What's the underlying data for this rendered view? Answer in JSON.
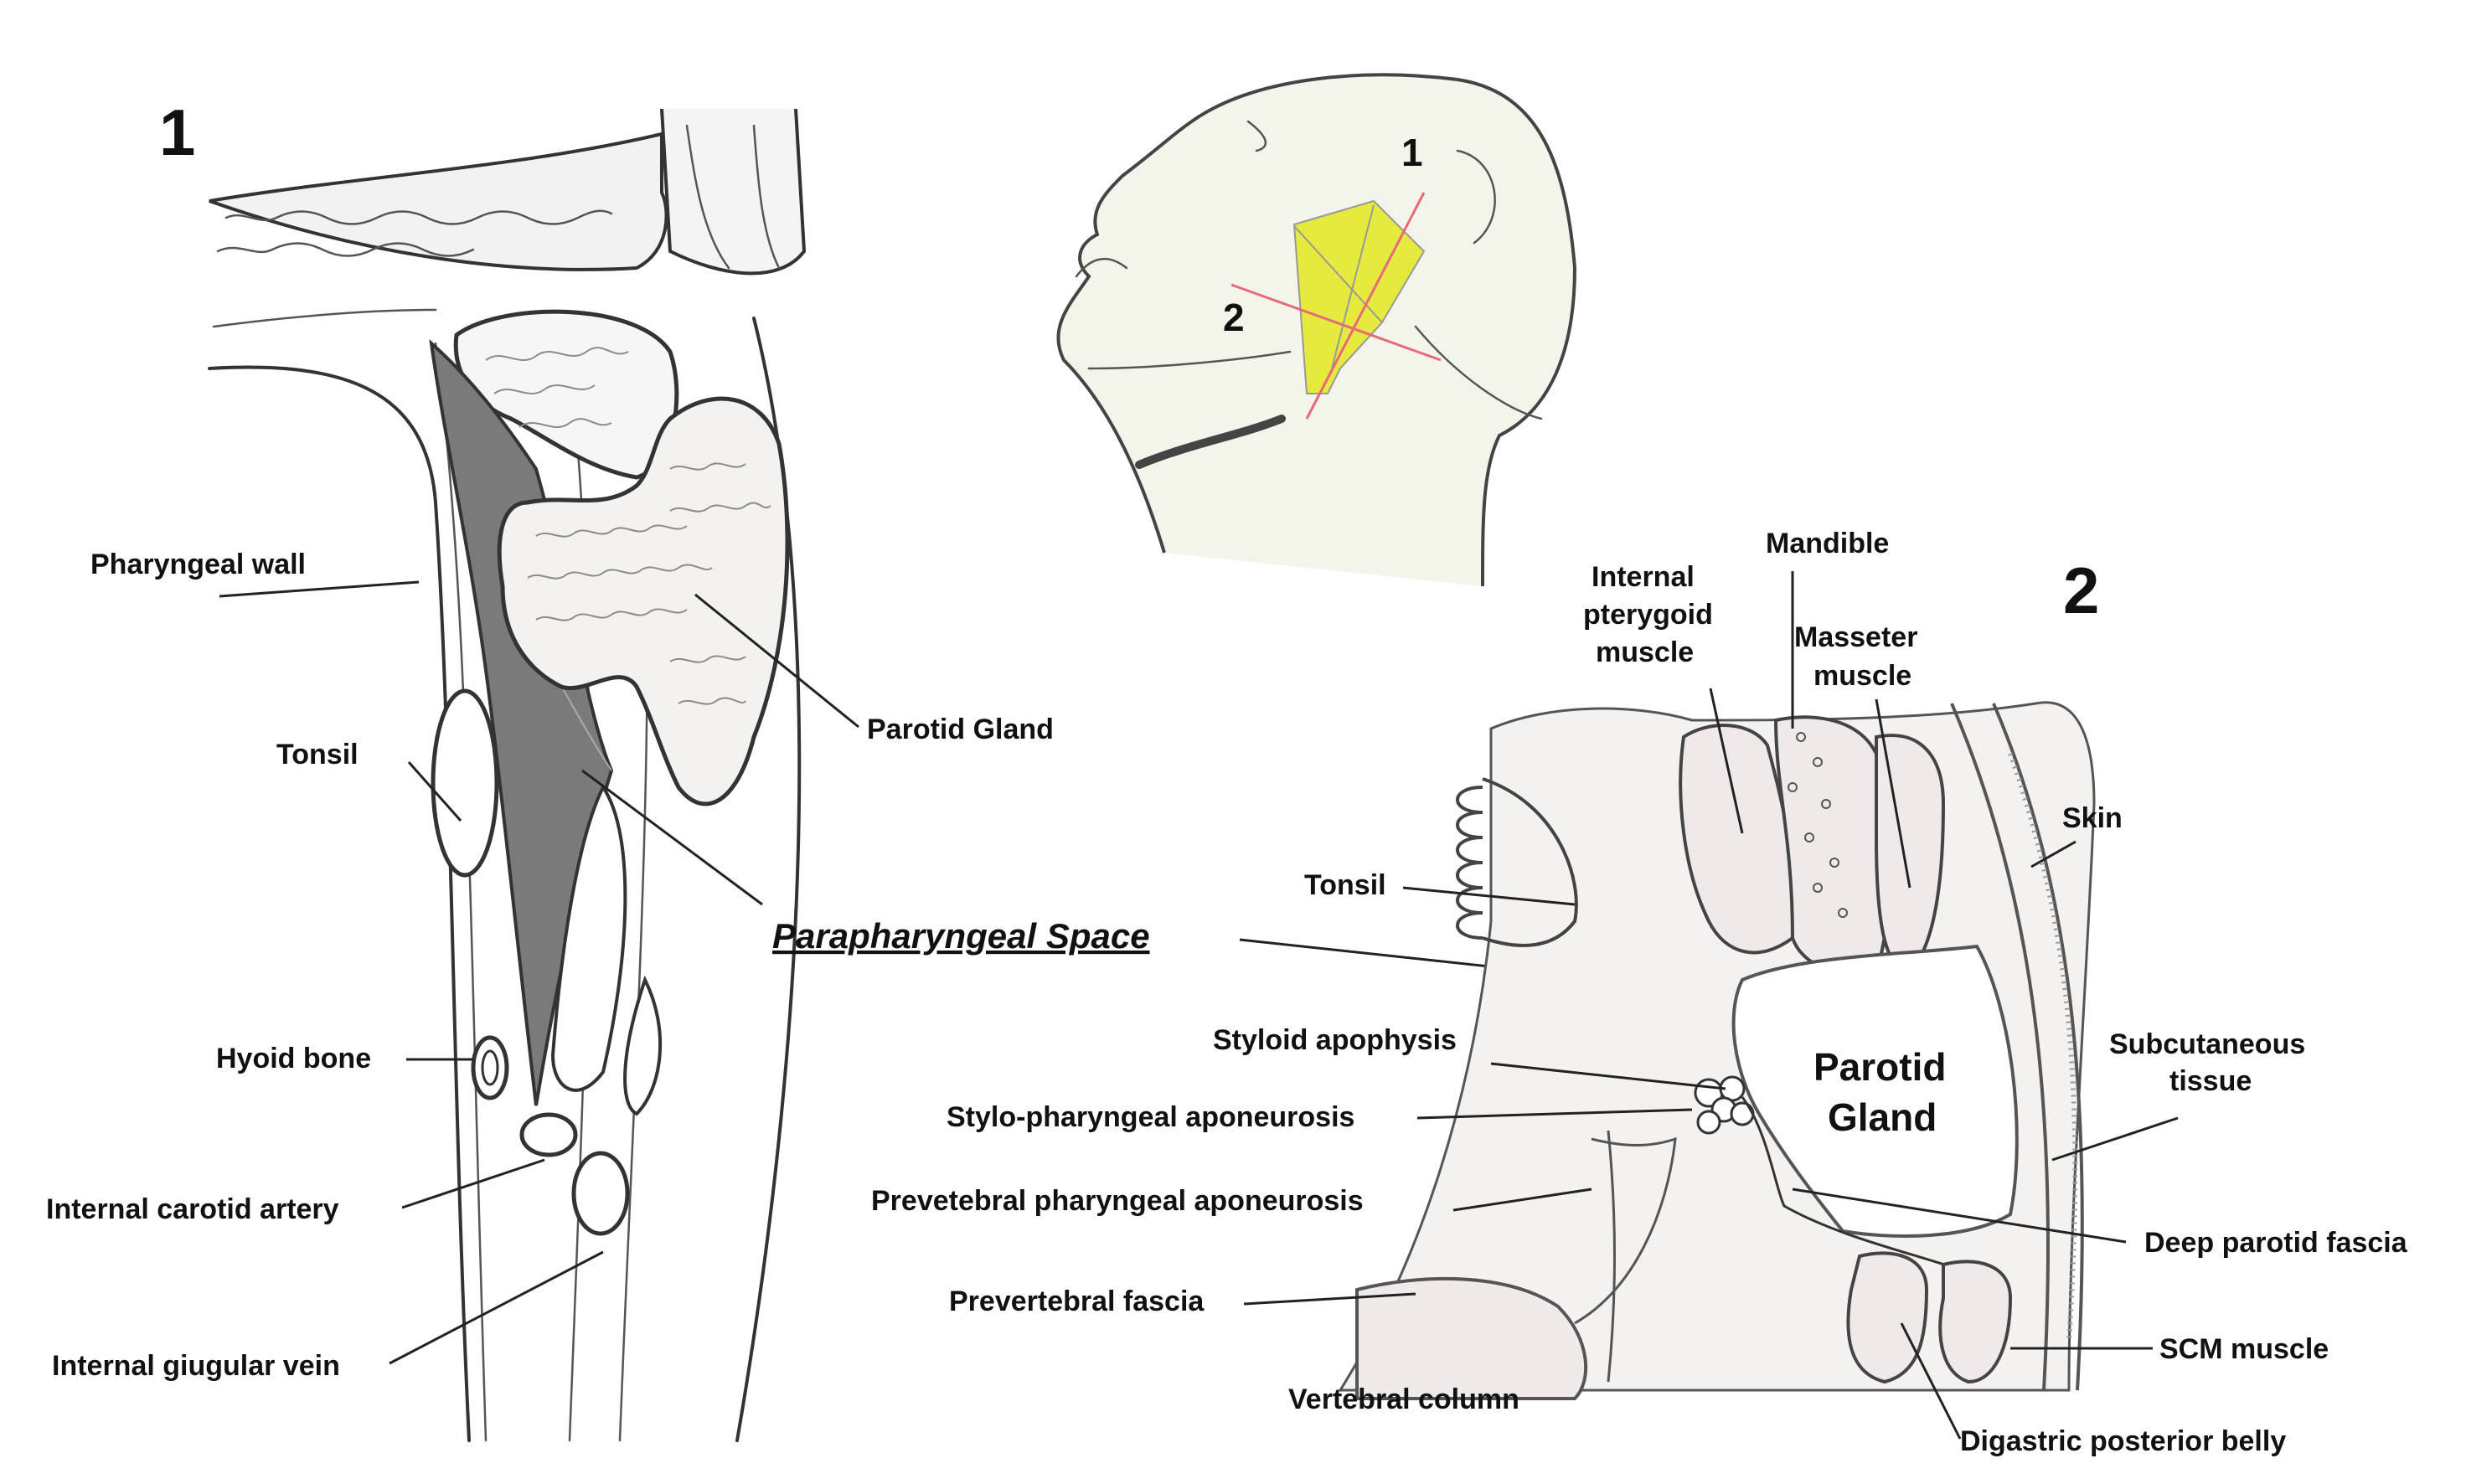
{
  "panel_numbers": {
    "panel_1": "1",
    "panel_2": "2",
    "head_1": "1",
    "head_2": "2"
  },
  "panel1_labels": {
    "pharyngeal_wall": "Pharyngeal wall",
    "tonsil": "Tonsil",
    "hyoid_bone": "Hyoid bone",
    "internal_carotid_artery": "Internal carotid artery",
    "internal_jugular_vein": "Internal giugular vein",
    "parotid_gland": "Parotid Gland"
  },
  "center_label": "Parapharyngeal Space",
  "panel2_labels": {
    "internal_pterygoid_line1": "Internal",
    "internal_pterygoid_line2": "pterygoid",
    "internal_pterygoid_line3": "muscle",
    "mandible": "Mandible",
    "masseter_line1": "Masseter",
    "masseter_line2": "muscle",
    "skin": "Skin",
    "tonsil": "Tonsil",
    "styloid_apophysis": "Styloid apophysis",
    "stylo_pharyngeal_aponeurosis": "Stylo-pharyngeal aponeurosis",
    "prevertebral_pharyngeal_aponeurosis": "Prevetebral pharyngeal aponeurosis",
    "prevertebral_fascia": "Prevertebral fascia",
    "vertebral_column": "Vertebral column",
    "parotid_line1": "Parotid",
    "parotid_line2": "Gland",
    "subcutaneous_line1": "Subcutaneous",
    "subcutaneous_line2": "tissue",
    "deep_parotid_fascia": "Deep parotid fascia",
    "scm_muscle": "SCM muscle",
    "digastric_posterior_belly": "Digastric posterior belly"
  },
  "colors": {
    "parapharyngeal_space": "#7a7a7a",
    "highlight_region": "#e6ea3c",
    "cut_lines": "#e86a7a",
    "line_art": "#333333",
    "background": "#ffffff"
  }
}
